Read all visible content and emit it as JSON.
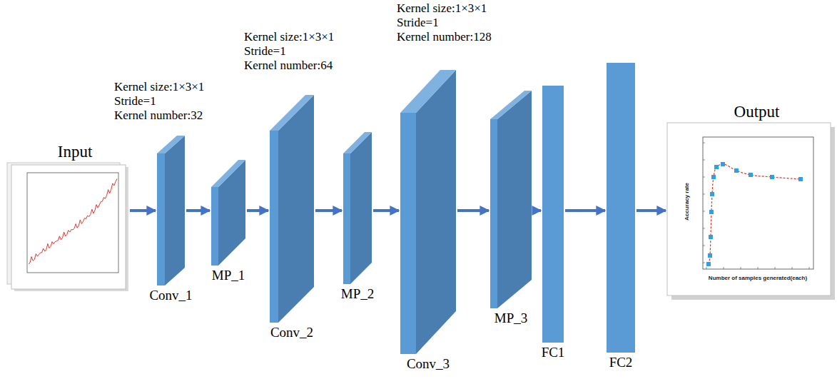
{
  "diagram": {
    "nodes": [
      {
        "text": [
          "Input"
        ]
      },
      {
        "text": [
          "Kernel size:1×3×1",
          "Stride=1",
          "Kernel number:32",
          "Conv_1"
        ]
      },
      {
        "text": [
          "MP_1"
        ]
      },
      {
        "text": [
          "Kernel size:1×3×1",
          "Stride=1",
          "Kernel number:64",
          "Conv_2"
        ]
      },
      {
        "text": [
          "MP_2"
        ]
      },
      {
        "text": [
          "Kernel size:1×3×1",
          "Stride=1",
          "Kernel number:128",
          "Conv_3"
        ]
      },
      {
        "text": [
          "MP_3"
        ]
      },
      {
        "text": [
          "FC1"
        ]
      },
      {
        "text": [
          "FC2"
        ]
      },
      {
        "text": [
          "Output"
        ]
      }
    ],
    "edges": [
      {
        "from": 0,
        "to": 1,
        "arrow": "to"
      },
      {
        "from": 1,
        "to": 2,
        "arrow": "to"
      },
      {
        "from": 2,
        "to": 3,
        "arrow": "to"
      },
      {
        "from": 3,
        "to": 4,
        "arrow": "to"
      },
      {
        "from": 4,
        "to": 5,
        "arrow": "to"
      },
      {
        "from": 5,
        "to": 6,
        "arrow": "to"
      },
      {
        "from": 6,
        "to": 7,
        "arrow": "to"
      },
      {
        "from": 7,
        "to": 8,
        "arrow": "to"
      },
      {
        "from": 8,
        "to": 9,
        "arrow": "to"
      }
    ],
    "labels": [
      "Accuracy rate",
      "Number of samples generated(each)"
    ]
  }
}
